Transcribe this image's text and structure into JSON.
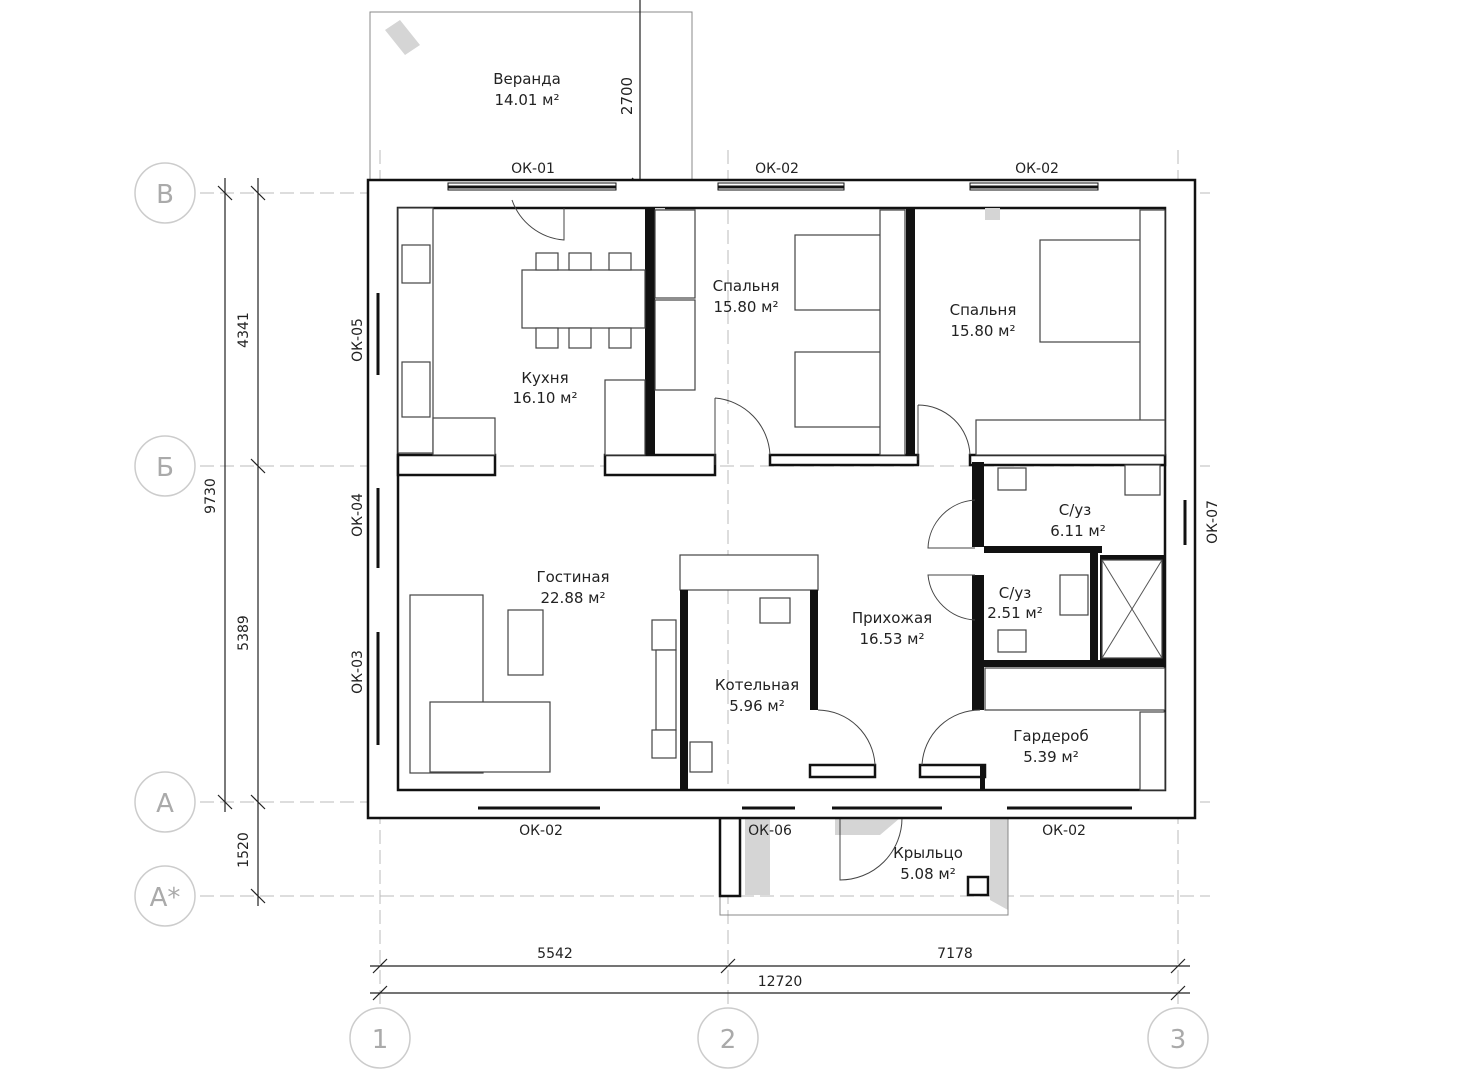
{
  "grid_axes": {
    "rows": [
      "В",
      "Б",
      "А",
      "А*"
    ],
    "columns": [
      "1",
      "2",
      "3"
    ]
  },
  "dimensions": {
    "left_total": "9730",
    "left_segments": [
      "4341",
      "5389",
      "1520"
    ],
    "bottom_segments": [
      "5542",
      "7178"
    ],
    "bottom_total": "12720",
    "veranda_depth": "2700"
  },
  "rooms": {
    "veranda": {
      "name": "Веранда",
      "area": "14.01 м²"
    },
    "kitchen": {
      "name": "Кухня",
      "area": "16.10 м²"
    },
    "bedroom1": {
      "name": "Спальня",
      "area": "15.80 м²"
    },
    "bedroom2": {
      "name": "Спальня",
      "area": "15.80 м²"
    },
    "bathroom1": {
      "name": "С/уз",
      "area": "6.11 м²"
    },
    "living": {
      "name": "Гостиная",
      "area": "22.88 м²"
    },
    "hall": {
      "name": "Прихожая",
      "area": "16.53 м²"
    },
    "bathroom2": {
      "name": "С/уз",
      "area": "2.51 м²"
    },
    "boiler": {
      "name": "Котельная",
      "area": "5.96 м²"
    },
    "wardrobe": {
      "name": "Гардероб",
      "area": "5.39 м²"
    },
    "porch": {
      "name": "Крыльцо",
      "area": "5.08 м²"
    }
  },
  "windows": {
    "top": [
      "ОК-01",
      "ОК-02",
      "ОК-02"
    ],
    "left": [
      "ОК-05",
      "ОК-04",
      "ОК-03"
    ],
    "right": [
      "ОК-07"
    ],
    "bottom": [
      "ОК-02",
      "ОК-06",
      "ОК-02"
    ]
  }
}
